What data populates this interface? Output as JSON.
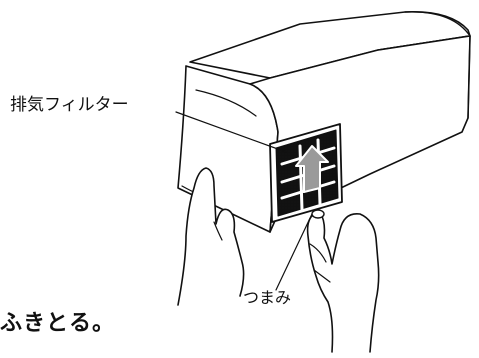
{
  "labels": {
    "exhaust_filter": "排気フィルター",
    "knob": "つまみ"
  },
  "instruction_text": "ふきとる。",
  "icons": [
    "device-illustration",
    "exhaust-filter-icon",
    "up-arrow-icon",
    "left-hand-icon",
    "right-hand-icon"
  ]
}
